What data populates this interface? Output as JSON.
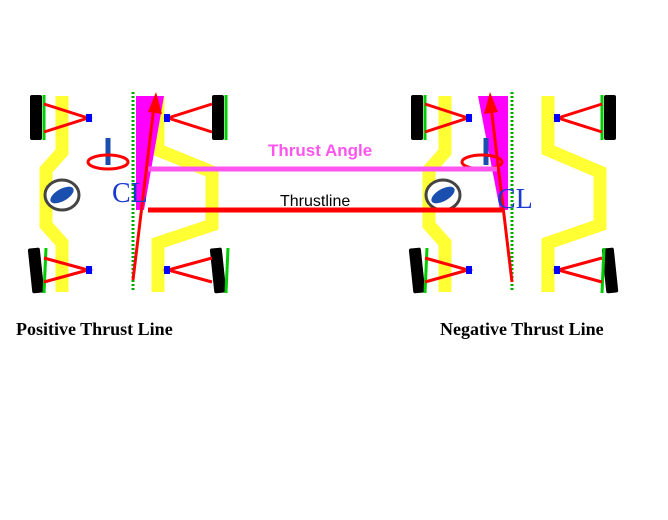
{
  "labels": {
    "thrust_angle": "Thrust Angle",
    "thrustline": "Thrustline",
    "centerline_left": "CL",
    "centerline_right": "CL",
    "caption_left": "Positive Thrust Line",
    "caption_right": "Negative Thrust Line"
  },
  "colors": {
    "frame": "#ffff33",
    "wheel": "#000000",
    "wheel_accent": "#00cc00",
    "suspension": "#ff0000",
    "knuckle": "#0000ff",
    "thrust_angle_line": "#ff55ee",
    "thrust_angle_fill": "#ff00ff",
    "thrustline": "#ff0000",
    "centerline_dots": "#00aa00",
    "steering_wheel": "#1a4fb0",
    "centerline_text": "#1a3ad0"
  },
  "icons": [
    "steering-wheel-icon",
    "centerline-icon",
    "wheel-icon"
  ]
}
